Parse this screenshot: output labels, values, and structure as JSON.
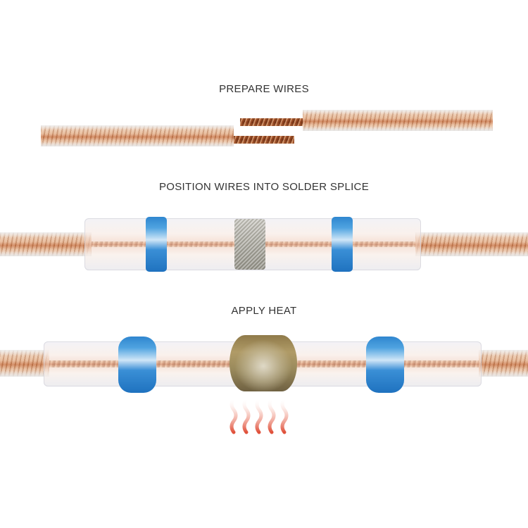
{
  "steps": [
    {
      "label": "PREPARE WIRES"
    },
    {
      "label": "POSITION WIRES INTO SOLDER SPLICE"
    },
    {
      "label": "APPLY HEAT"
    }
  ],
  "icons": {
    "heat": "heat-waves-icon"
  },
  "colors": {
    "label_text": "#333333",
    "ring_blue": "#2f86cf",
    "copper": "#b85f35",
    "solder_grey": "#a8a69d",
    "solder_melted": "#9a8a5c",
    "heat_red": "#e0503a"
  }
}
